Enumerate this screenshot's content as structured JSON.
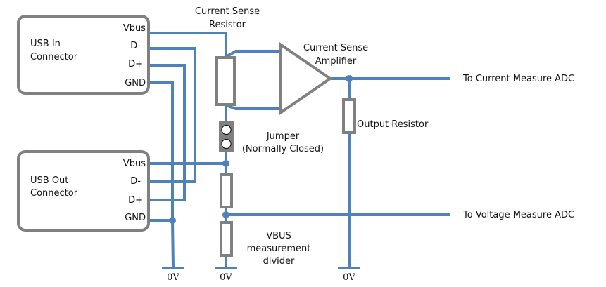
{
  "colors": {
    "wire": "#4f81bd",
    "component": "#808080",
    "text": "#111111"
  },
  "connectors": {
    "usb_in": {
      "title_line1": "USB In",
      "title_line2": "Connector",
      "pins": [
        "Vbus",
        "D-",
        "D+",
        "GND"
      ]
    },
    "usb_out": {
      "title_line1": "USB Out",
      "title_line2": "Connector",
      "pins": [
        "Vbus",
        "D-",
        "D+",
        "GND"
      ]
    }
  },
  "labels": {
    "sense_resistor_line1": "Current Sense",
    "sense_resistor_line2": "Resistor",
    "amplifier_line1": "Current Sense",
    "amplifier_line2": "Amplifier",
    "to_current_adc": "To Current Measure ADC",
    "output_resistor": "Output Resistor",
    "jumper_line1": "Jumper",
    "jumper_line2": "(Normally Closed)",
    "to_voltage_adc": "To Voltage Measure ADC",
    "divider_line1": "VBUS",
    "divider_line2": "measurement",
    "divider_line3": "divider",
    "ground": "0V"
  }
}
